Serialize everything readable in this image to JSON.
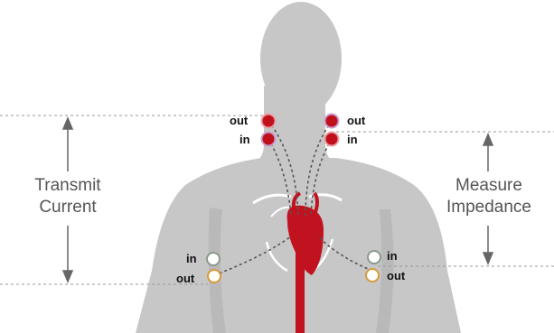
{
  "labels": {
    "transmit_line1": "Transmit",
    "transmit_line2": "Current",
    "measure_line1": "Measure",
    "measure_line2": "Impedance"
  },
  "electrodes": {
    "neck_left_out": "out",
    "neck_left_in": "in",
    "neck_right_out": "out",
    "neck_right_in": "in",
    "side_left_in": "in",
    "side_left_out": "out",
    "side_right_in": "in",
    "side_right_out": "out"
  },
  "colors": {
    "body": "#c7c7c7",
    "body_shade": "#b8b8b8",
    "heart": "#c1131f",
    "electrode_red": "#c0101b",
    "electrode_white": "#ffffff",
    "electrode_white_ring": "#8a9a8a",
    "electrode_orange_ring": "#d99a3a",
    "guide_line": "#9a9a9a",
    "text": "#555555"
  }
}
